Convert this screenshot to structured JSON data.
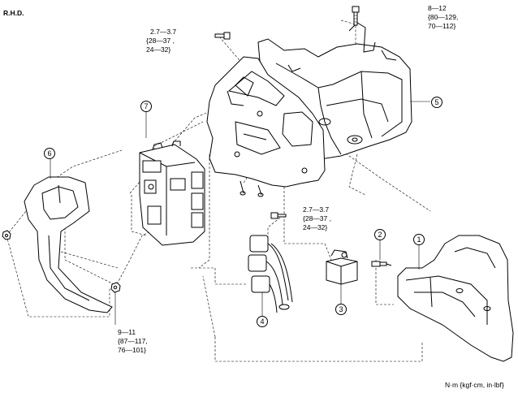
{
  "header": {
    "label": "R.H.D."
  },
  "footer": {
    "units": "N·m {kgf·cm, in·lbf}"
  },
  "torques": {
    "top_right": {
      "line1": "8—12",
      "line2": "{80—129,",
      "line3": "70—112}"
    },
    "top_left": {
      "line1": "2.7—3.7",
      "line2": "{28—37 ,",
      "line3": "24—32}"
    },
    "middle": {
      "line1": "2.7—3.7",
      "line2": "{28—37 ,",
      "line3": "24—32}"
    },
    "bottom_left": {
      "line1": "9—11",
      "line2": "{87—117,",
      "line3": "76—101}"
    }
  },
  "callouts": {
    "c1": "1",
    "c2": "2",
    "c3": "3",
    "c4": "4",
    "c5": "5",
    "c6": "6",
    "c7": "7"
  },
  "icons": [
    "bolt-icon",
    "nut-icon",
    "connector-icon",
    "relay-icon",
    "harness-icon",
    "ecu-icon",
    "tray-icon",
    "bracket-icon",
    "cover-icon"
  ]
}
